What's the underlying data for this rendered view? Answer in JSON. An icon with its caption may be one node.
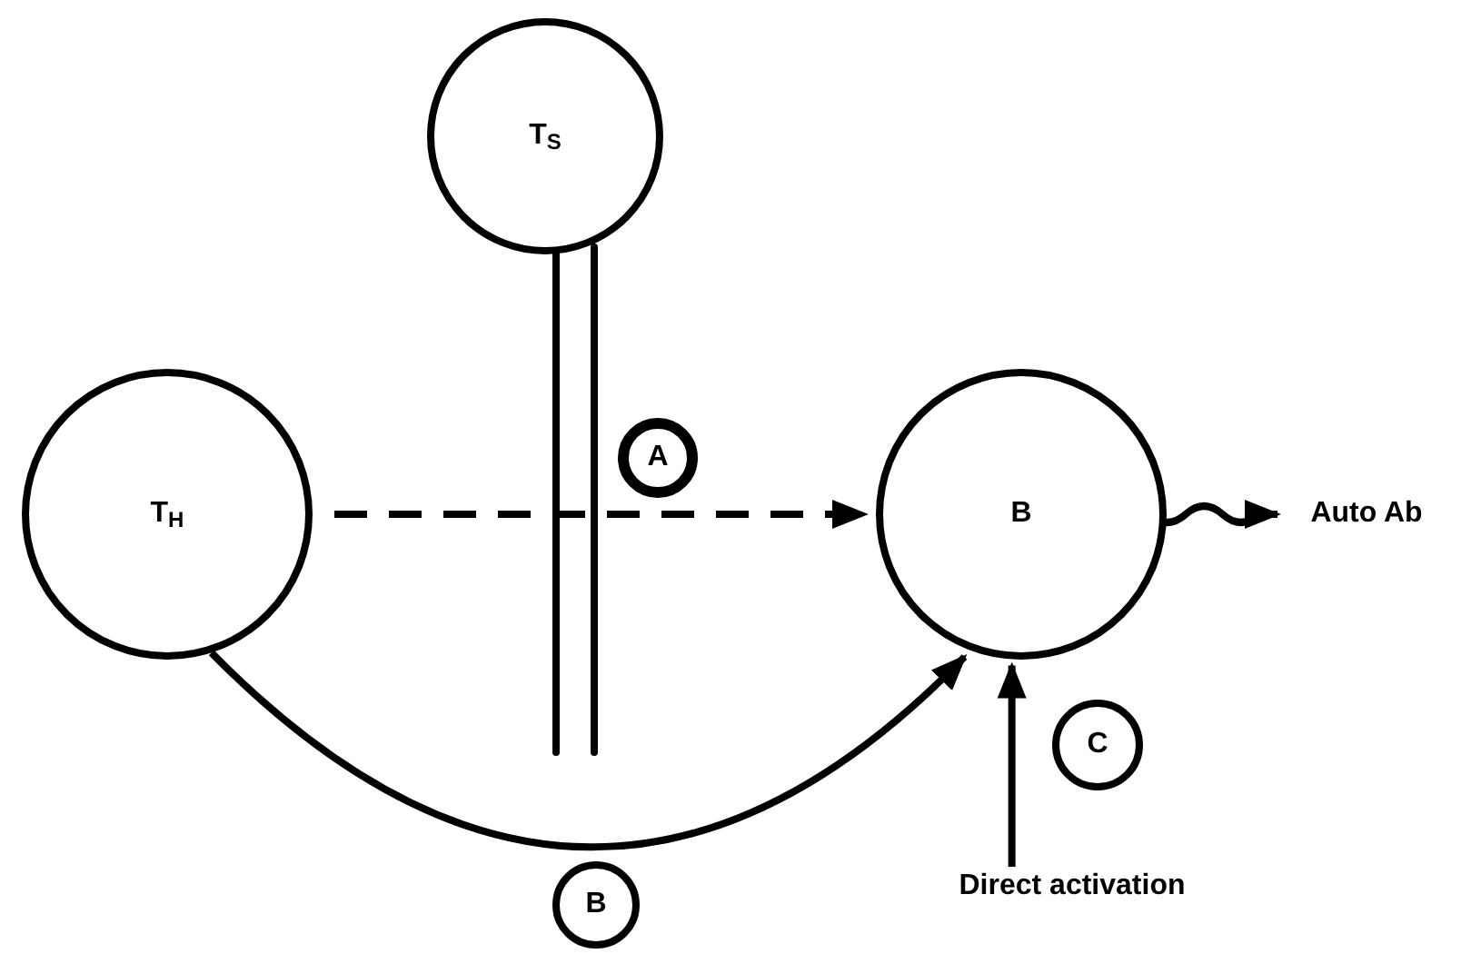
{
  "diagram": {
    "nodes": [
      {
        "text": [
          "T$_{S}$"
        ]
      },
      {
        "text": [
          "T$_{H}$"
        ]
      },
      {
        "text": [
          "B"
        ]
      },
      {
        "text": [
          "A"
        ]
      },
      {
        "text": [
          "Auto Ab"
        ]
      },
      {
        "text": [
          "B"
        ]
      },
      {
        "text": [
          "C"
        ]
      },
      {
        "text": [
          "Direct activation"
        ]
      }
    ],
    "edges": [
      {
        "from": 1,
        "to": 2,
        "arrow": "to",
        "style": "dashed"
      },
      {
        "from": 1,
        "to": 2,
        "arrow": "to"
      },
      {
        "from": 2,
        "to": 4,
        "arrow": "to"
      },
      {
        "from": 7,
        "to": 2,
        "arrow": "to"
      }
    ]
  }
}
